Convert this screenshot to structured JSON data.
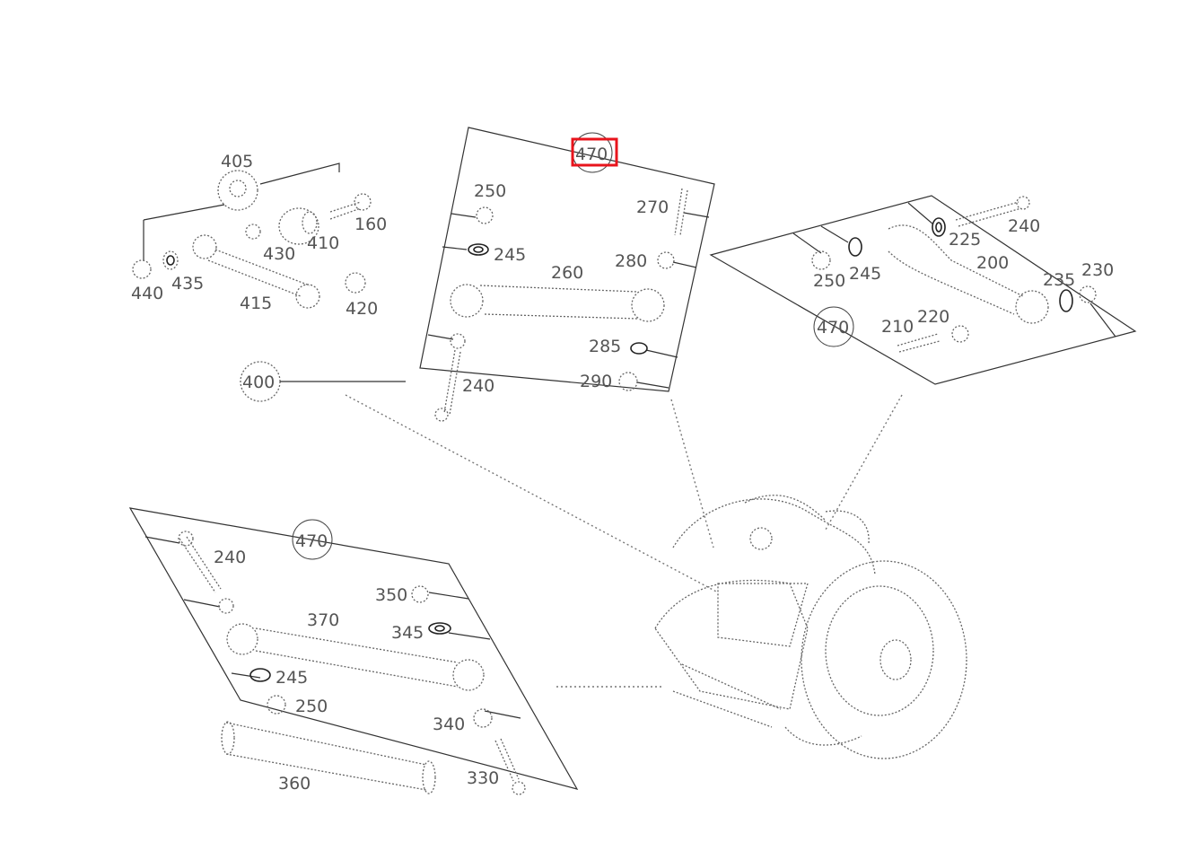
{
  "labels": {
    "p405": "405",
    "p160": "160",
    "p410": "410",
    "p430": "430",
    "p440": "440",
    "p435": "435",
    "p415": "415",
    "p420": "420",
    "p400": "400",
    "a470": "470",
    "a250": "250",
    "a270": "270",
    "a245": "245",
    "a280": "280",
    "a260": "260",
    "a285": "285",
    "a240": "240",
    "a290": "290",
    "b240": "240",
    "b225": "225",
    "b200": "200",
    "b250": "250",
    "b245": "245",
    "b235": "235",
    "b230": "230",
    "b470": "470",
    "b210": "210",
    "b220": "220",
    "c470": "470",
    "c240": "240",
    "c350": "350",
    "c370": "370",
    "c345": "345",
    "c245": "245",
    "c250": "250",
    "c340": "340",
    "c360": "360",
    "c330": "330"
  },
  "highlight": {
    "target": "470",
    "color": "#e8141c"
  }
}
